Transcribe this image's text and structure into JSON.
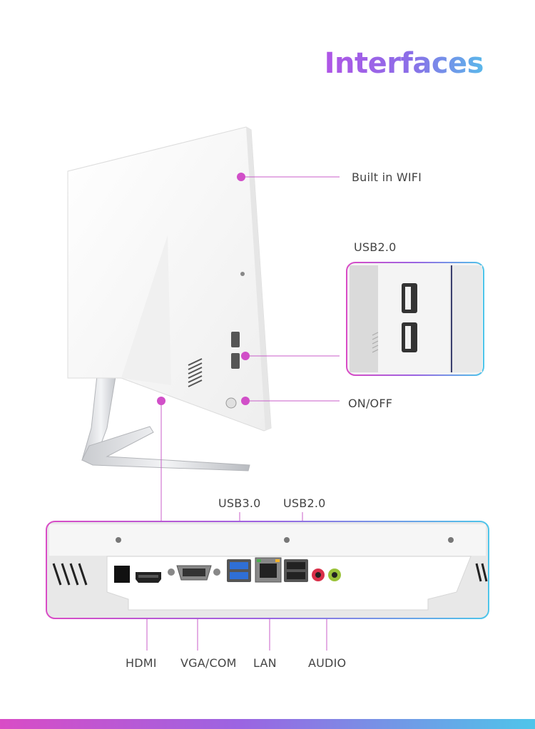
{
  "header": {
    "title": "Interfaces"
  },
  "callouts": {
    "wifi": "Built in WIFI",
    "usb2_side": "USB2.0",
    "power": "ON/OFF",
    "usb3_rear": "USB3.0",
    "usb2_rear": "USB2.0",
    "hdmi": "HDMI",
    "vga_com": "VGA/COM",
    "lan": "LAN",
    "audio": "AUDIO"
  },
  "colors": {
    "accent_magenta": "#d94cc6",
    "accent_purple": "#9b64e2",
    "accent_blue": "#4ec5ea",
    "usb3_blue": "#2f6fd6",
    "audio_red": "#d9304a",
    "audio_green": "#9ac23a"
  }
}
